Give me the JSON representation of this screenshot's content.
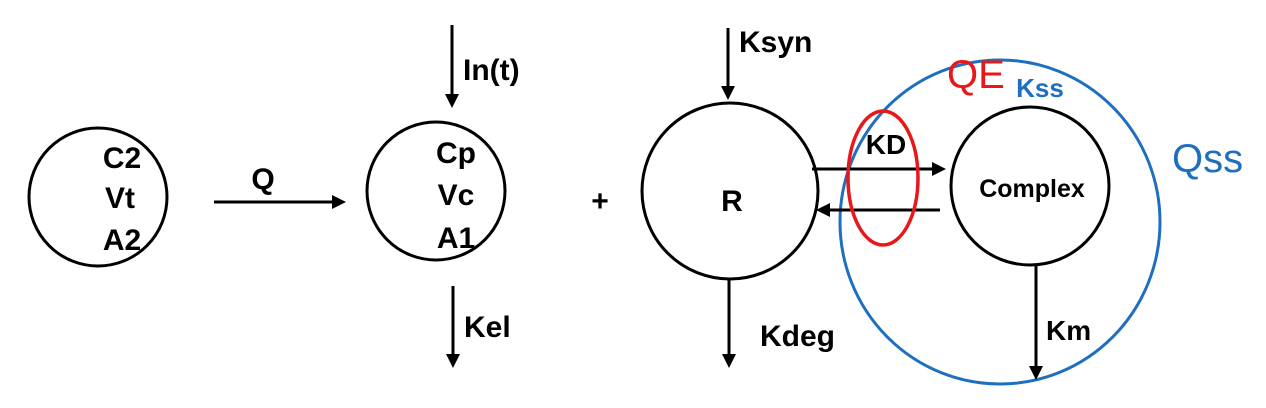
{
  "nodes": {
    "peripheral": {
      "lines": [
        "C2",
        "Vt",
        "A2"
      ]
    },
    "central": {
      "lines": [
        "Cp",
        "Vc",
        "A1"
      ]
    },
    "receptor": {
      "label": "R"
    },
    "complex": {
      "label": "Complex"
    }
  },
  "rates": {
    "q": "Q",
    "input": "In(t)",
    "kel": "Kel",
    "ksyn": "Ksyn",
    "kdeg": "Kdeg",
    "kd": "KD",
    "km": "Km"
  },
  "operator_plus": "+",
  "approximations": {
    "qe": {
      "label": "QE",
      "color": "#e8171a"
    },
    "kss": {
      "label": "Kss",
      "color": "#1f6fbf"
    },
    "qss": {
      "label": "Qss",
      "color": "#1f6fbf"
    }
  }
}
